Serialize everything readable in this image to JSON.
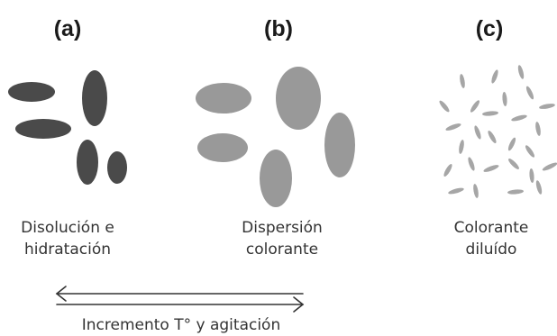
{
  "panels": [
    {
      "letter": "(a)",
      "caption_line1": "Disolución e",
      "caption_line2": "hidratación"
    },
    {
      "letter": "(b)",
      "caption_line1": "Dispersión",
      "caption_line2": "colorante"
    },
    {
      "letter": "(c)",
      "caption_line1": "Colorante",
      "caption_line2": "diluído"
    }
  ],
  "arrow": {
    "label": "Incremento T° y agitación"
  },
  "colors": {
    "dark_particle": "#4a4a4a",
    "medium_particle": "#999999",
    "light_particle": "#a6a6a6",
    "arrow": "#333333"
  }
}
